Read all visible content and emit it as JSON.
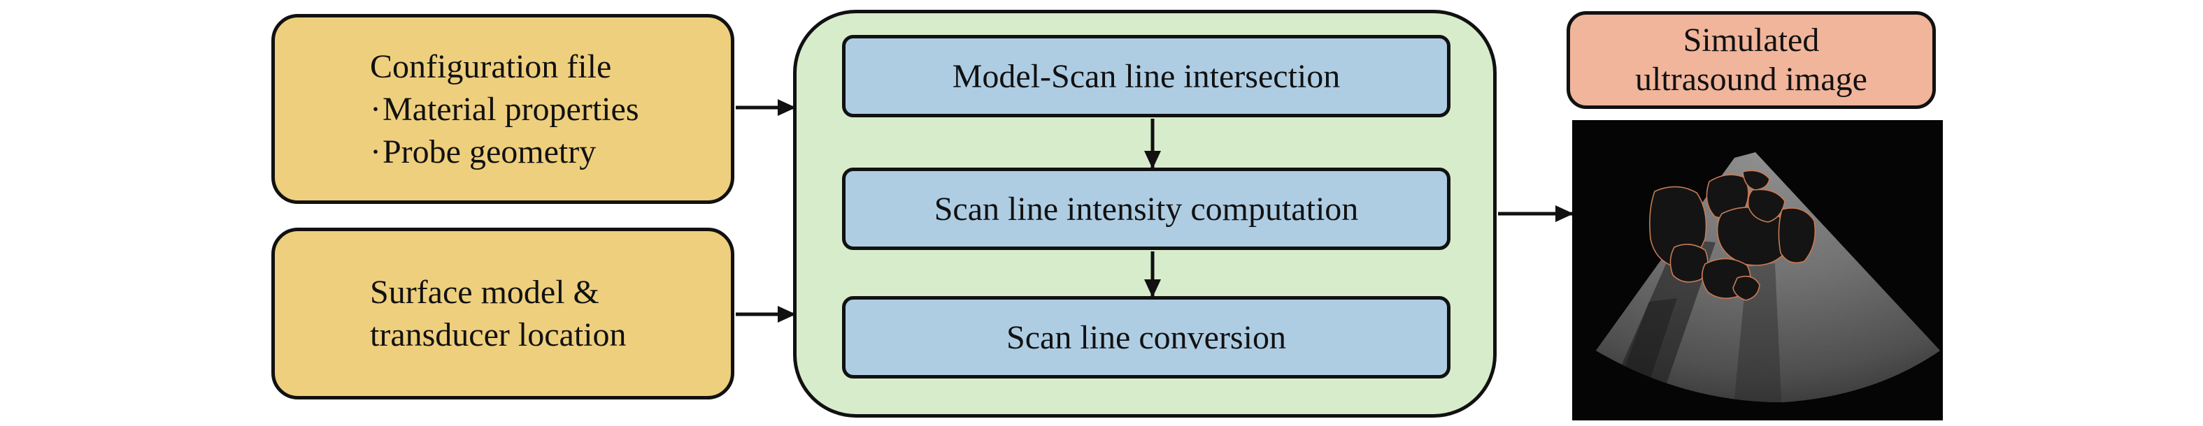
{
  "inputs": {
    "config": {
      "title": "Configuration file",
      "bullets": [
        "Material properties",
        "Probe geometry"
      ]
    },
    "surface": {
      "line1": "Surface model &",
      "line2": "transducer location"
    }
  },
  "pipeline": {
    "steps": [
      "Model-Scan line intersection",
      "Scan line intensity computation",
      "Scan line conversion"
    ]
  },
  "output": {
    "label_line1": "Simulated",
    "label_line2": "ultrasound image"
  },
  "colors": {
    "input_fill": "#eecf7d",
    "pipeline_fill": "#d7eccb",
    "step_fill": "#aecde3",
    "output_fill": "#f0b59b",
    "outline": "#111111"
  }
}
